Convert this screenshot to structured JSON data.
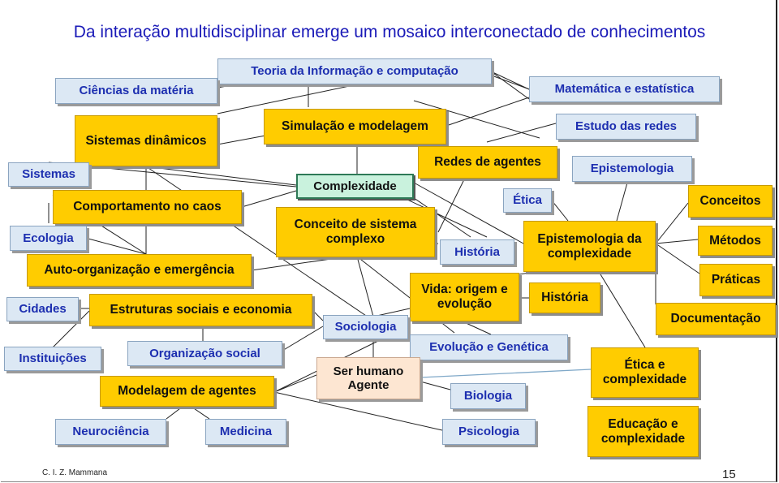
{
  "title": "Da interação multidisciplinar emerge um mosaico interconectado de conhecimentos",
  "footer": "C. I. Z. Mammana",
  "page_number": "15",
  "nodes": {
    "teoria": "Teoria da Informação e computação",
    "ciencias": "Ciências da matéria",
    "matematica": "Matemática e estatística",
    "sist_dinamicos": "Sistemas dinâmicos",
    "simulacao": "Simulação e modelagem",
    "estudo_redes": "Estudo das redes",
    "redes_agentes": "Redes de agentes",
    "sistemas": "Sistemas",
    "complexidade": "Complexidade",
    "epistemologia": "Epistemologia",
    "comportamento_caos": "Comportamento no caos",
    "etica": "Ética",
    "conceitos": "Conceitos",
    "ecologia": "Ecologia",
    "conceito_sistema": "Conceito de sistema complexo",
    "historia1": "História",
    "epist_complexidade": "Epistemologia da complexidade",
    "metodos": "Métodos",
    "auto_org": "Auto-organização e emergência",
    "praticas": "Práticas",
    "vida": "Vida: origem e evolução",
    "historia2": "História",
    "cidades": "Cidades",
    "estruturas": "Estruturas sociais e economia",
    "sociologia": "Sociologia",
    "documentacao": "Documentação",
    "instituicoes": "Instituições",
    "org_social": "Organização social",
    "evolucao": "Evolução e Genética",
    "etica_complex": "Ética e complexidade",
    "ser_humano": "Ser humano Agente",
    "modelagem_agentes": "Modelagem de agentes",
    "biologia": "Biologia",
    "neurociencia": "Neurociência",
    "medicina": "Medicina",
    "psicologia": "Psicologia",
    "educacao": "Educação e complexidade"
  }
}
